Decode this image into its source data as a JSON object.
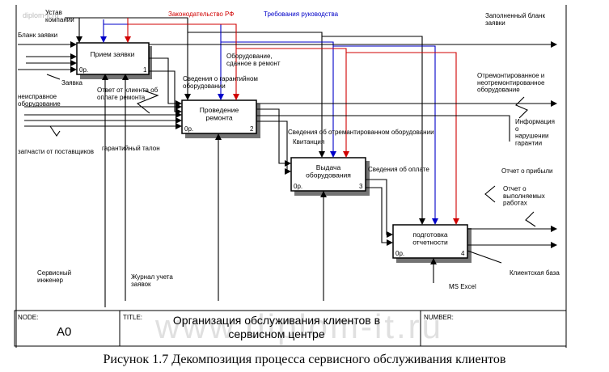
{
  "watermark": "www.diplom-it.ru",
  "watermark_small": "diplom-it.ru",
  "boxes": [
    {
      "title": "Прием заявки",
      "cost": "0р.",
      "num": "1"
    },
    {
      "title": "Проведение ремонта",
      "cost": "0р.",
      "num": "2"
    },
    {
      "title": "Выдача оборудования",
      "cost": "0р.",
      "num": "3"
    },
    {
      "title": "подготовка отчетности",
      "cost": "0р.",
      "num": "4"
    }
  ],
  "labels": {
    "ustav": "Устав компании",
    "blank_zayavki": "Бланк заявки",
    "zakonodatelstvo": "Законодательство РФ",
    "trebovaniya": "Требования руководства",
    "zayavka": "Заявка",
    "neispravnoe": "неисправное оборудование",
    "otvet_klienta": "Ответ от клиента об оплате ремонта",
    "oborudovanie_sdannoe": "Оборудование, сданное в ремонт",
    "svedeniya_garant": "Сведения о гарантийном оборудовании",
    "zapchasti": "запчасти от поставщиков",
    "garant_talon": "гарантийный талон",
    "svedeniya_otremont": "Сведения об отремантированном оборудовании",
    "kvitanciya": "Квитанция",
    "svedeniya_oplate": "Сведения об оплате",
    "zapolnenny_blank": "Заполненный бланк заявки",
    "otremontirovannoe": "Отремонтированное и неотремонтированное оборудование",
    "informaciya": "Информация о нарушении гарантии",
    "otchet_pribyli": "Отчет о прибыли",
    "otchet_rabotah": "Отчет о выполняемых работах",
    "klientskaya_baza": "Клиентская база",
    "ms_excel": "MS Excel",
    "servisny_inzhener": "Сервисный инженер",
    "zhurnal_ucheta": "Журнал учета заявок"
  },
  "frame": {
    "node_label": "NODE:",
    "node_value": "A0",
    "title_label": "TITLE:",
    "title_value": "Организация обслуживания клиентов в сервисном центре",
    "number_label": "NUMBER:"
  },
  "caption": "Рисунок 1.7 Декомпозиция процесса сервисного обслуживания клиентов",
  "colors": {
    "control_red": "#d00000",
    "control_blue": "#0000c8"
  }
}
